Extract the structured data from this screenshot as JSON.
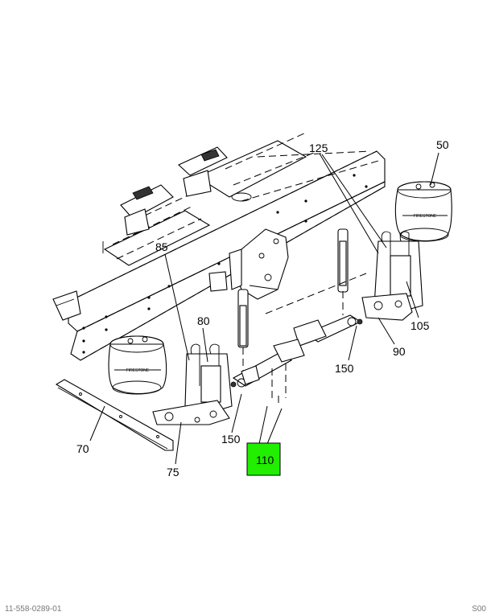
{
  "diagram": {
    "callouts": [
      {
        "id": "c50",
        "label": "50"
      },
      {
        "id": "c70",
        "label": "70"
      },
      {
        "id": "c75",
        "label": "75"
      },
      {
        "id": "c80",
        "label": "80"
      },
      {
        "id": "c85",
        "label": "85"
      },
      {
        "id": "c90",
        "label": "90",
        "highlighted": true
      },
      {
        "id": "c105",
        "label": "105"
      },
      {
        "id": "c110",
        "label": "110"
      },
      {
        "id": "c125",
        "label": "125"
      },
      {
        "id": "c150a",
        "label": "150"
      },
      {
        "id": "c150b",
        "label": "150"
      }
    ],
    "highlight_color": "#22ee00"
  },
  "footer": {
    "left_text": "11-558-0289-01",
    "right_text": "S00"
  }
}
